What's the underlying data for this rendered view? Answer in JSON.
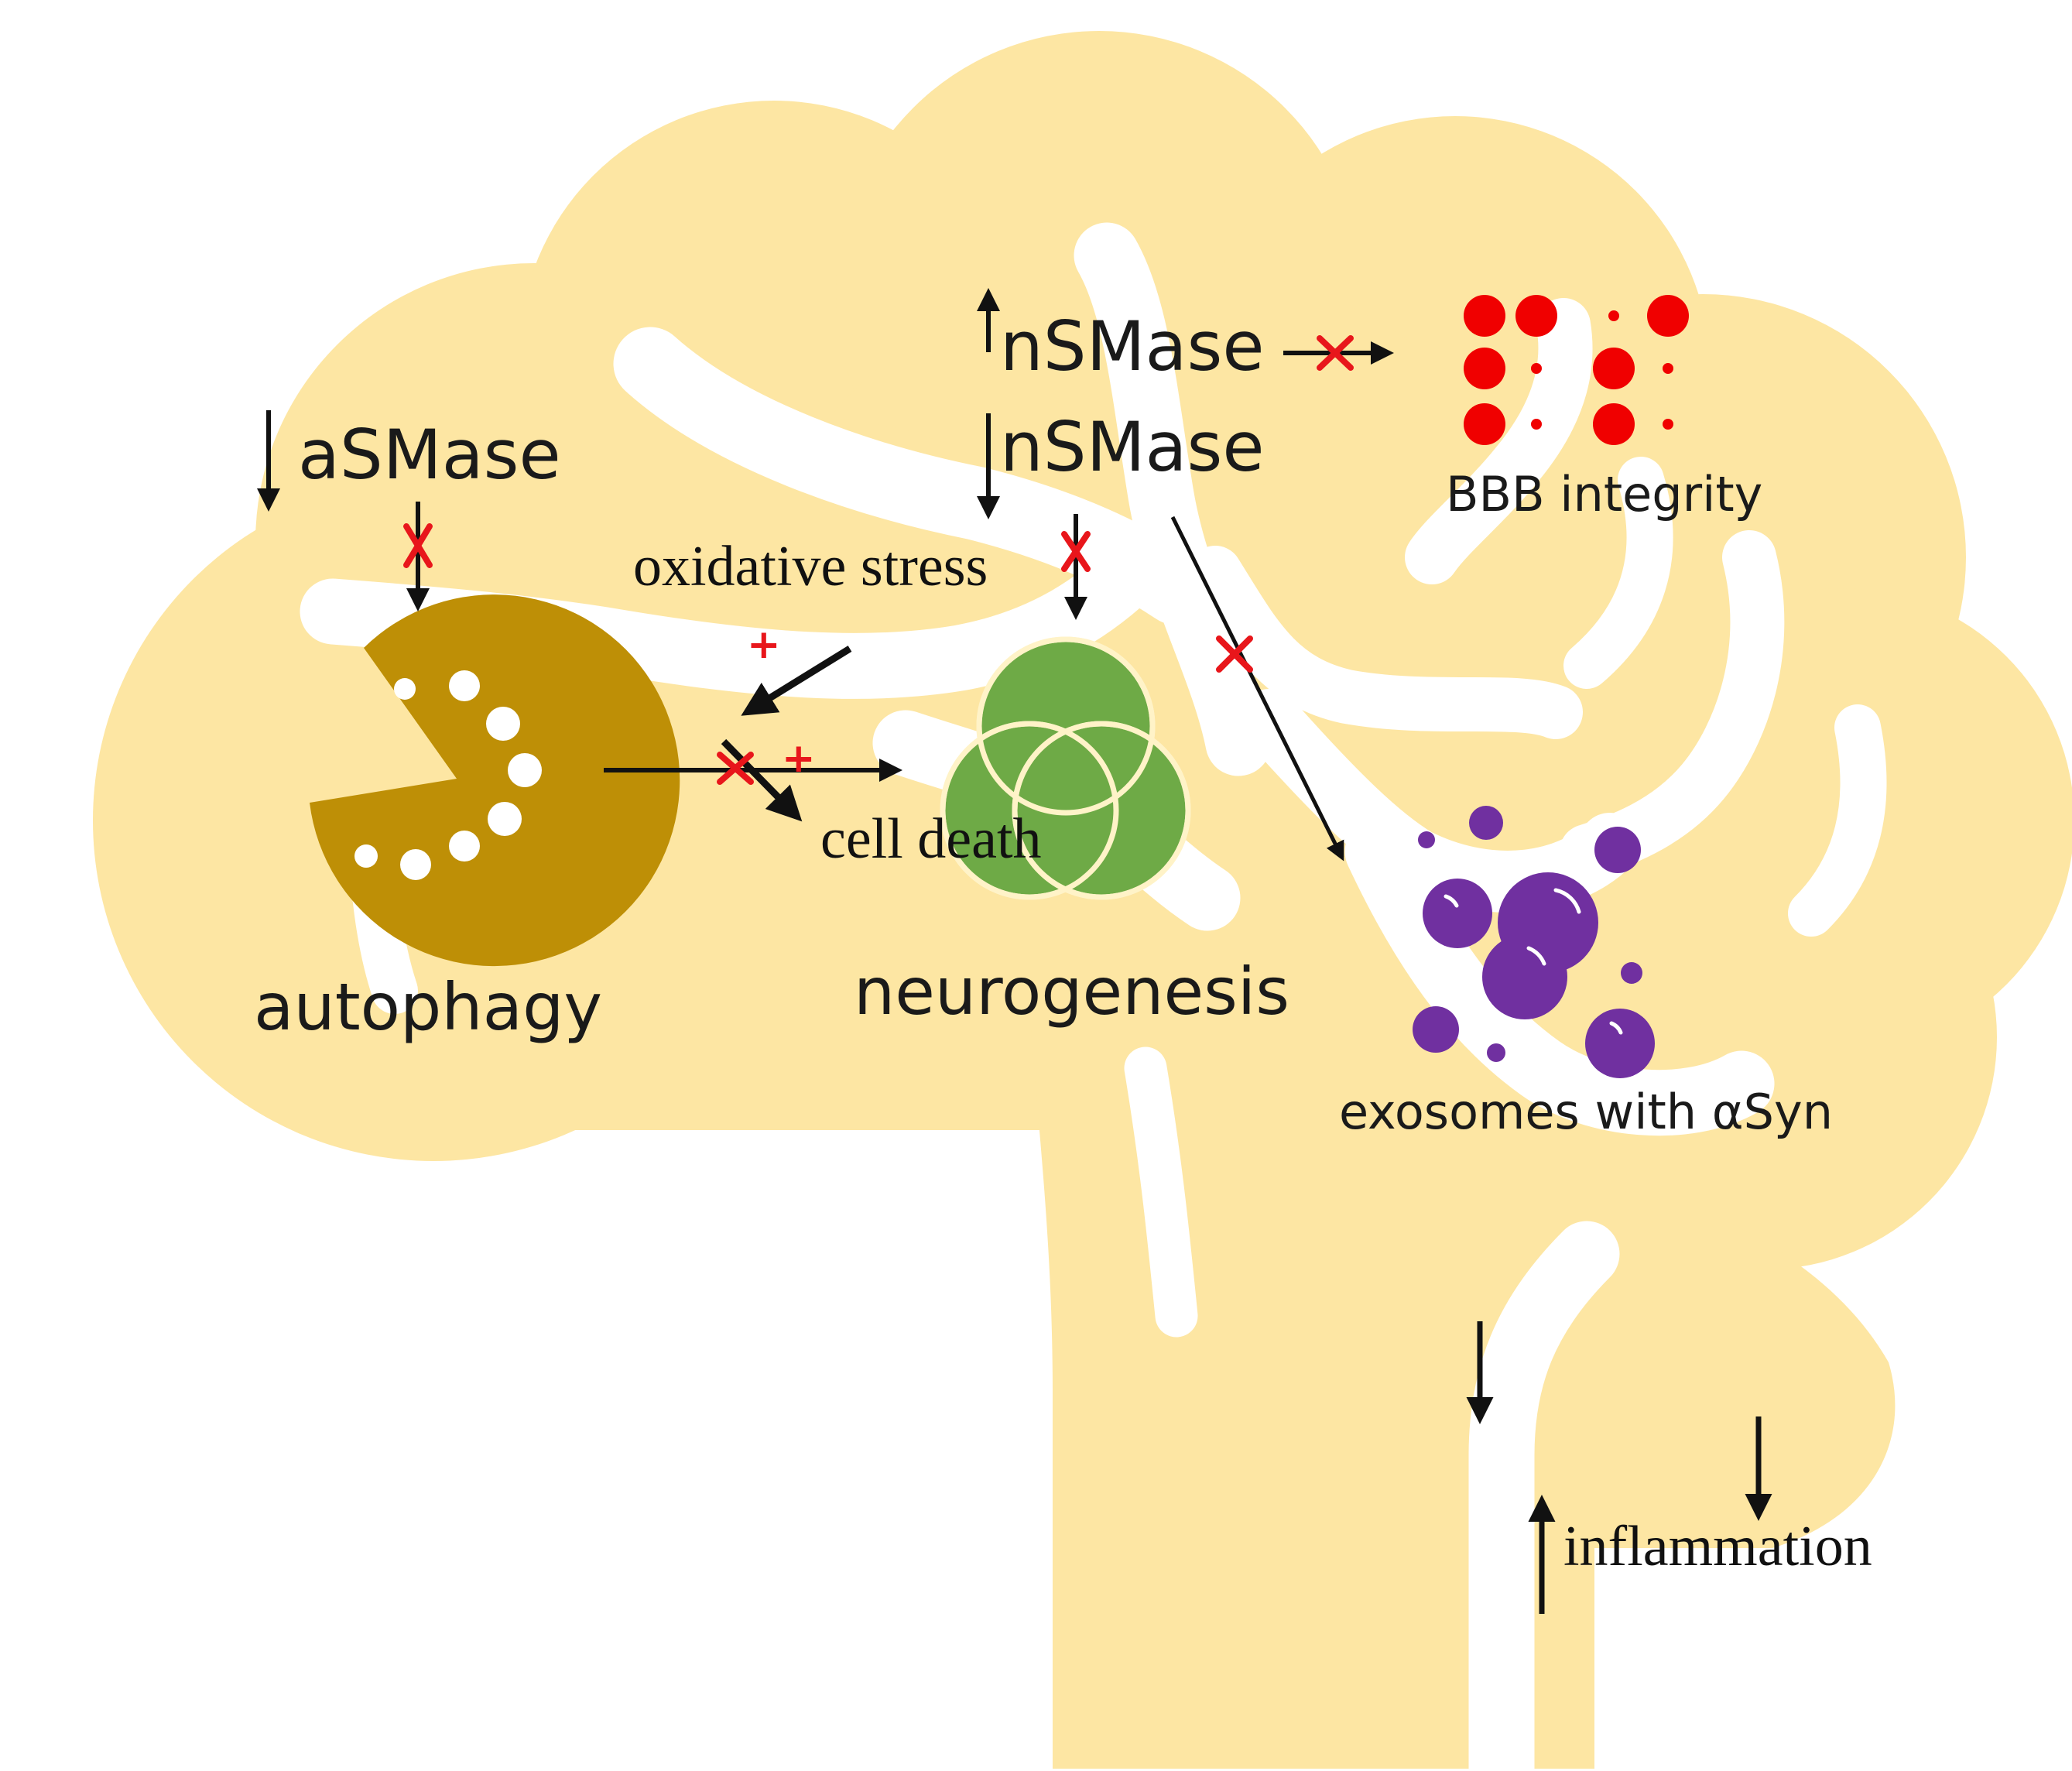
{
  "colors": {
    "brain": "#FDE6A3",
    "groove": "#FFFFFF",
    "arrow": "#111111",
    "inhibit": "#E8161B",
    "autophagy": "#BE8F06",
    "neuro_fill": "#6EAA46",
    "neuro_stroke": "#8A6A22",
    "bbb": "#F00000",
    "exosome": "#7030A0"
  },
  "labels": {
    "asmase": "aSMase",
    "nsmase_up": "nSMase",
    "nsmase_down": "nSMase",
    "bbb": "BBB integrity",
    "oxidative": "oxidative stress",
    "cell_death": "cell death",
    "autophagy": "autophagy",
    "neurogenesis": "neurogenesis",
    "exosomes": "exosomes with αSyn",
    "inflammation": "inflammation",
    "plus_1": "+",
    "plus_2": "+"
  },
  "icons": {
    "autophagy": "pacman-vesicle-icon",
    "neurogenesis": "three-cell-cluster-icon",
    "bbb": "blood-brain-barrier-dots-icon",
    "exosomes": "exosome-bubbles-icon",
    "inhibit": "red-cross-mark"
  }
}
